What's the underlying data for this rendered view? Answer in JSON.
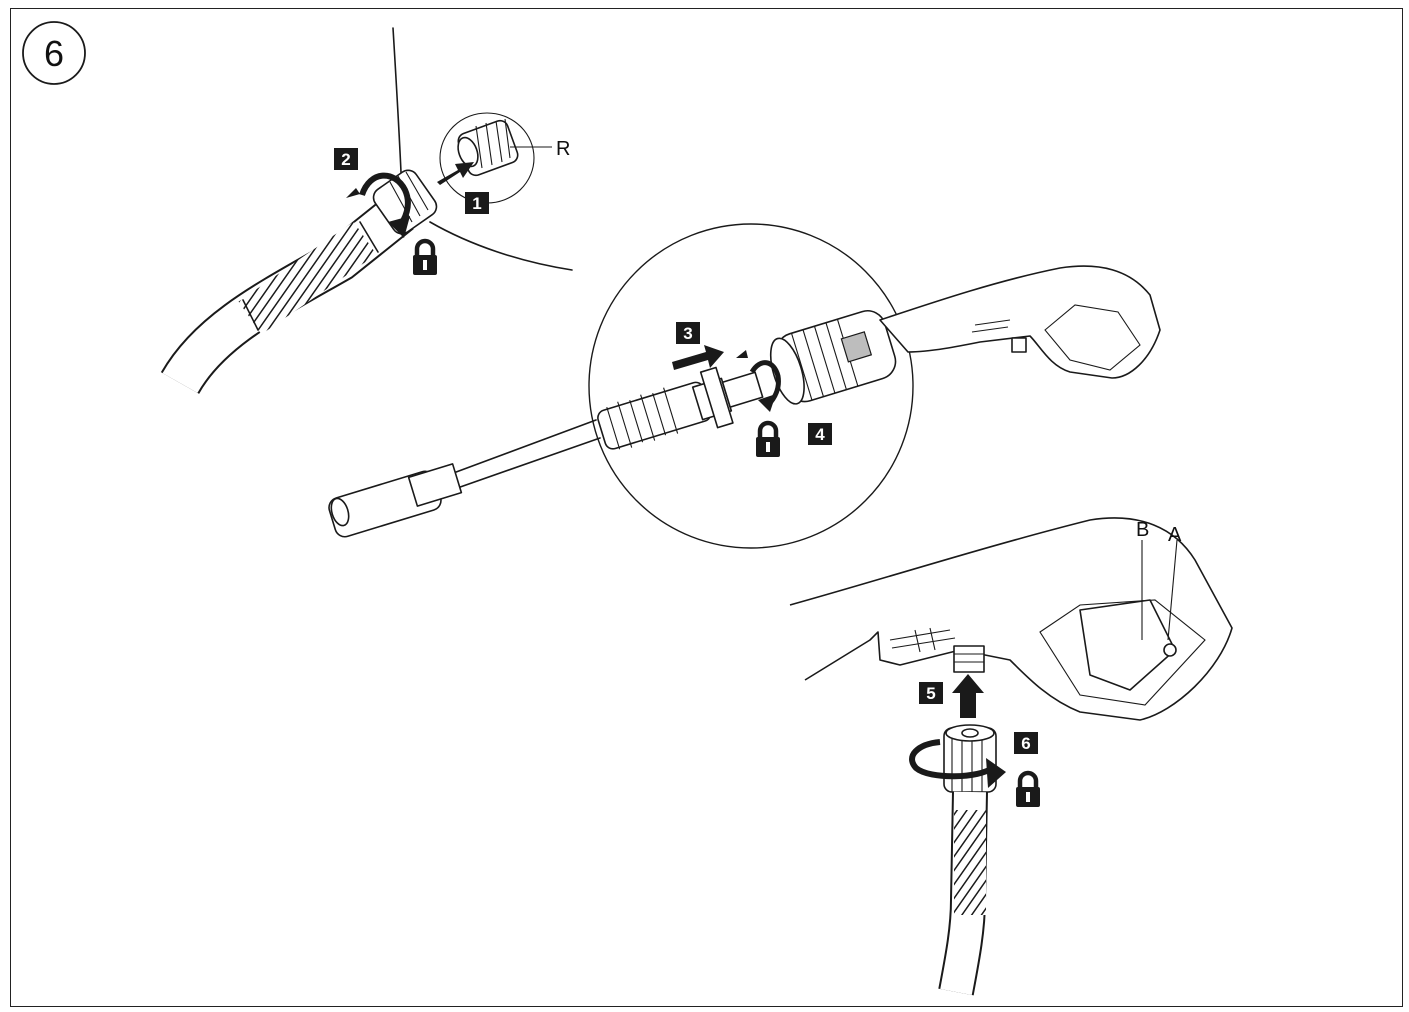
{
  "figure": {
    "number": "6",
    "step_badges": [
      "1",
      "2",
      "3",
      "4",
      "5",
      "6"
    ],
    "callouts": {
      "r": "R",
      "a": "A",
      "b": "B"
    },
    "colors": {
      "ink": "#1a1a1a",
      "paper": "#ffffff",
      "shade": "#bdbdbd"
    },
    "icons": [
      "lock-icon",
      "push-arrow-icon",
      "rotate-arrow-icon"
    ]
  }
}
